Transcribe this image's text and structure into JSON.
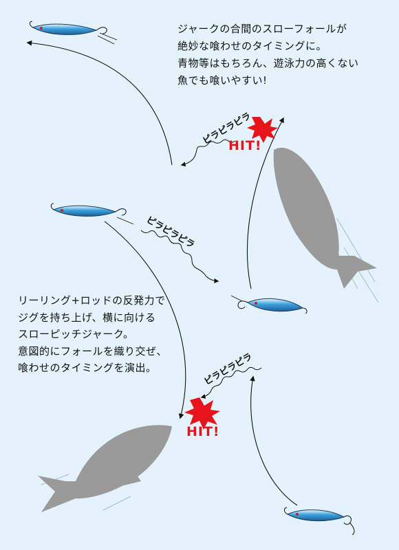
{
  "captions": {
    "top_lines": [
      "ジャークの合間のスローフォールが",
      "絶妙な喰わせのタイミングに。",
      "青物等はもちろん、遊泳力の高くない",
      "魚でも喰いやすい!"
    ],
    "left_lines": [
      "リーリング+ロッドの反発力で",
      "ジグを持ち上げ、横に向ける",
      "スローピッチジャーク。",
      "意図的にフォールを織り交ぜ、",
      "喰わせのタイミングを演出。"
    ]
  },
  "flutter_labels": [
    "ピラピラピラ",
    "ピラピラピラ",
    "ピラピラピラ"
  ],
  "hit_labels": [
    "HIT!",
    "HIT!"
  ],
  "colors": {
    "background": "#e3f2fb",
    "jig_blue": "#3aa0dc",
    "fish_gray": "#9a9a9a",
    "hit_red": "#e8141b",
    "arrow": "#111111"
  }
}
